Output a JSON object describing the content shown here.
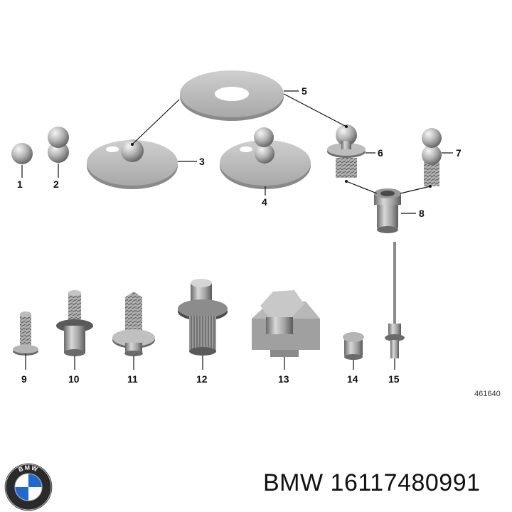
{
  "diagram": {
    "reference_number": "461640",
    "callouts": [
      {
        "id": "1",
        "label": "1"
      },
      {
        "id": "2",
        "label": "2"
      },
      {
        "id": "3",
        "label": "3"
      },
      {
        "id": "4",
        "label": "4"
      },
      {
        "id": "5",
        "label": "5"
      },
      {
        "id": "6",
        "label": "6"
      },
      {
        "id": "7",
        "label": "7"
      },
      {
        "id": "8",
        "label": "8"
      },
      {
        "id": "9",
        "label": "9"
      },
      {
        "id": "10",
        "label": "10"
      },
      {
        "id": "11",
        "label": "11"
      },
      {
        "id": "12",
        "label": "12"
      },
      {
        "id": "13",
        "label": "13"
      },
      {
        "id": "14",
        "label": "14"
      },
      {
        "id": "15",
        "label": "15"
      }
    ]
  },
  "footer": {
    "brand": "BMW",
    "part_number": "16117480991",
    "logo_text": "BMW"
  },
  "colors": {
    "part_gray": "#9a9a9a",
    "part_light": "#d9d9d9",
    "part_dark": "#5a5a5a",
    "logo_blue": "#1c69d4"
  }
}
